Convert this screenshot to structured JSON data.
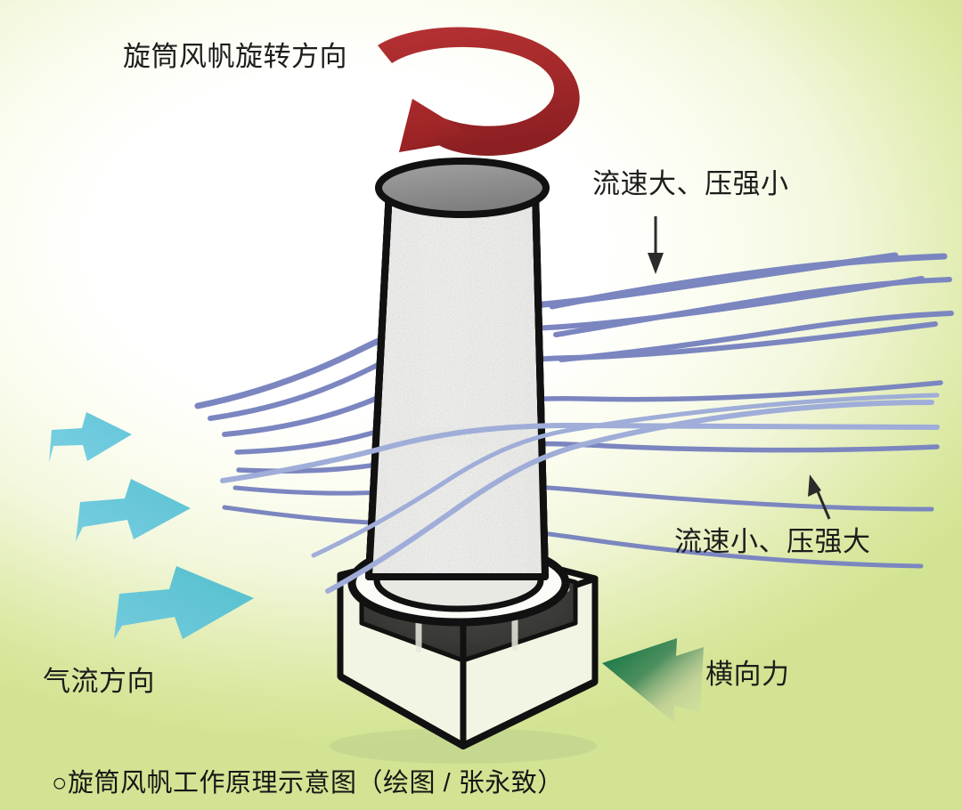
{
  "figure": {
    "caption": "○旋筒风帆工作原理示意图（绘图 / 张永致）",
    "caption_marker": "○",
    "credit_label": "绘图 / 张永致"
  },
  "labels": {
    "rotation_direction": "旋筒风帆旋转方向",
    "fast_flow_low_pressure": "流速大、压强小",
    "slow_flow_high_pressure": "流速小、压强大",
    "airflow_direction": "气流方向",
    "lateral_force": "横向力"
  },
  "colors": {
    "background_center": "#ffffff",
    "background_edge": "#d2e493",
    "rotation_arrow_red": "#a62a2b",
    "rotation_arrow_red_dark": "#8c1f22",
    "airflow_arrow_cyan": "#6ecbe0",
    "airflow_arrow_cyan_deep": "#57c0cf",
    "streamline_blue": "#7b86c0",
    "streamline_blue_light": "#9fadd8",
    "lateral_force_green": "#0b7a45",
    "cylinder_body": "#f0f0ee",
    "cylinder_top": "#8f8f8f",
    "outline_black": "#111111",
    "text": "#1d1d1b"
  },
  "diagram": {
    "type": "schematic",
    "subject": "rotor-sail-working-principle",
    "elements": [
      {
        "name": "rotation-arrow",
        "role": "curved arrow above cylinder showing spin direction"
      },
      {
        "name": "rotor-cylinder",
        "role": "vertical rotating cylinder (Flettner rotor)"
      },
      {
        "name": "base-box",
        "role": "open rectangular mounting box at cylinder foot"
      },
      {
        "name": "streamlines",
        "role": "airflow streamlines bending around the rotor",
        "count": 11
      },
      {
        "name": "airflow-arrows",
        "role": "incoming wind direction arrows",
        "count": 3
      },
      {
        "name": "lateral-force-arrow",
        "role": "resulting Magnus lateral force"
      },
      {
        "name": "pointer-fast",
        "role": "down arrow to upper streamline region"
      },
      {
        "name": "pointer-slow",
        "role": "up arrow to lower streamline region"
      }
    ]
  }
}
